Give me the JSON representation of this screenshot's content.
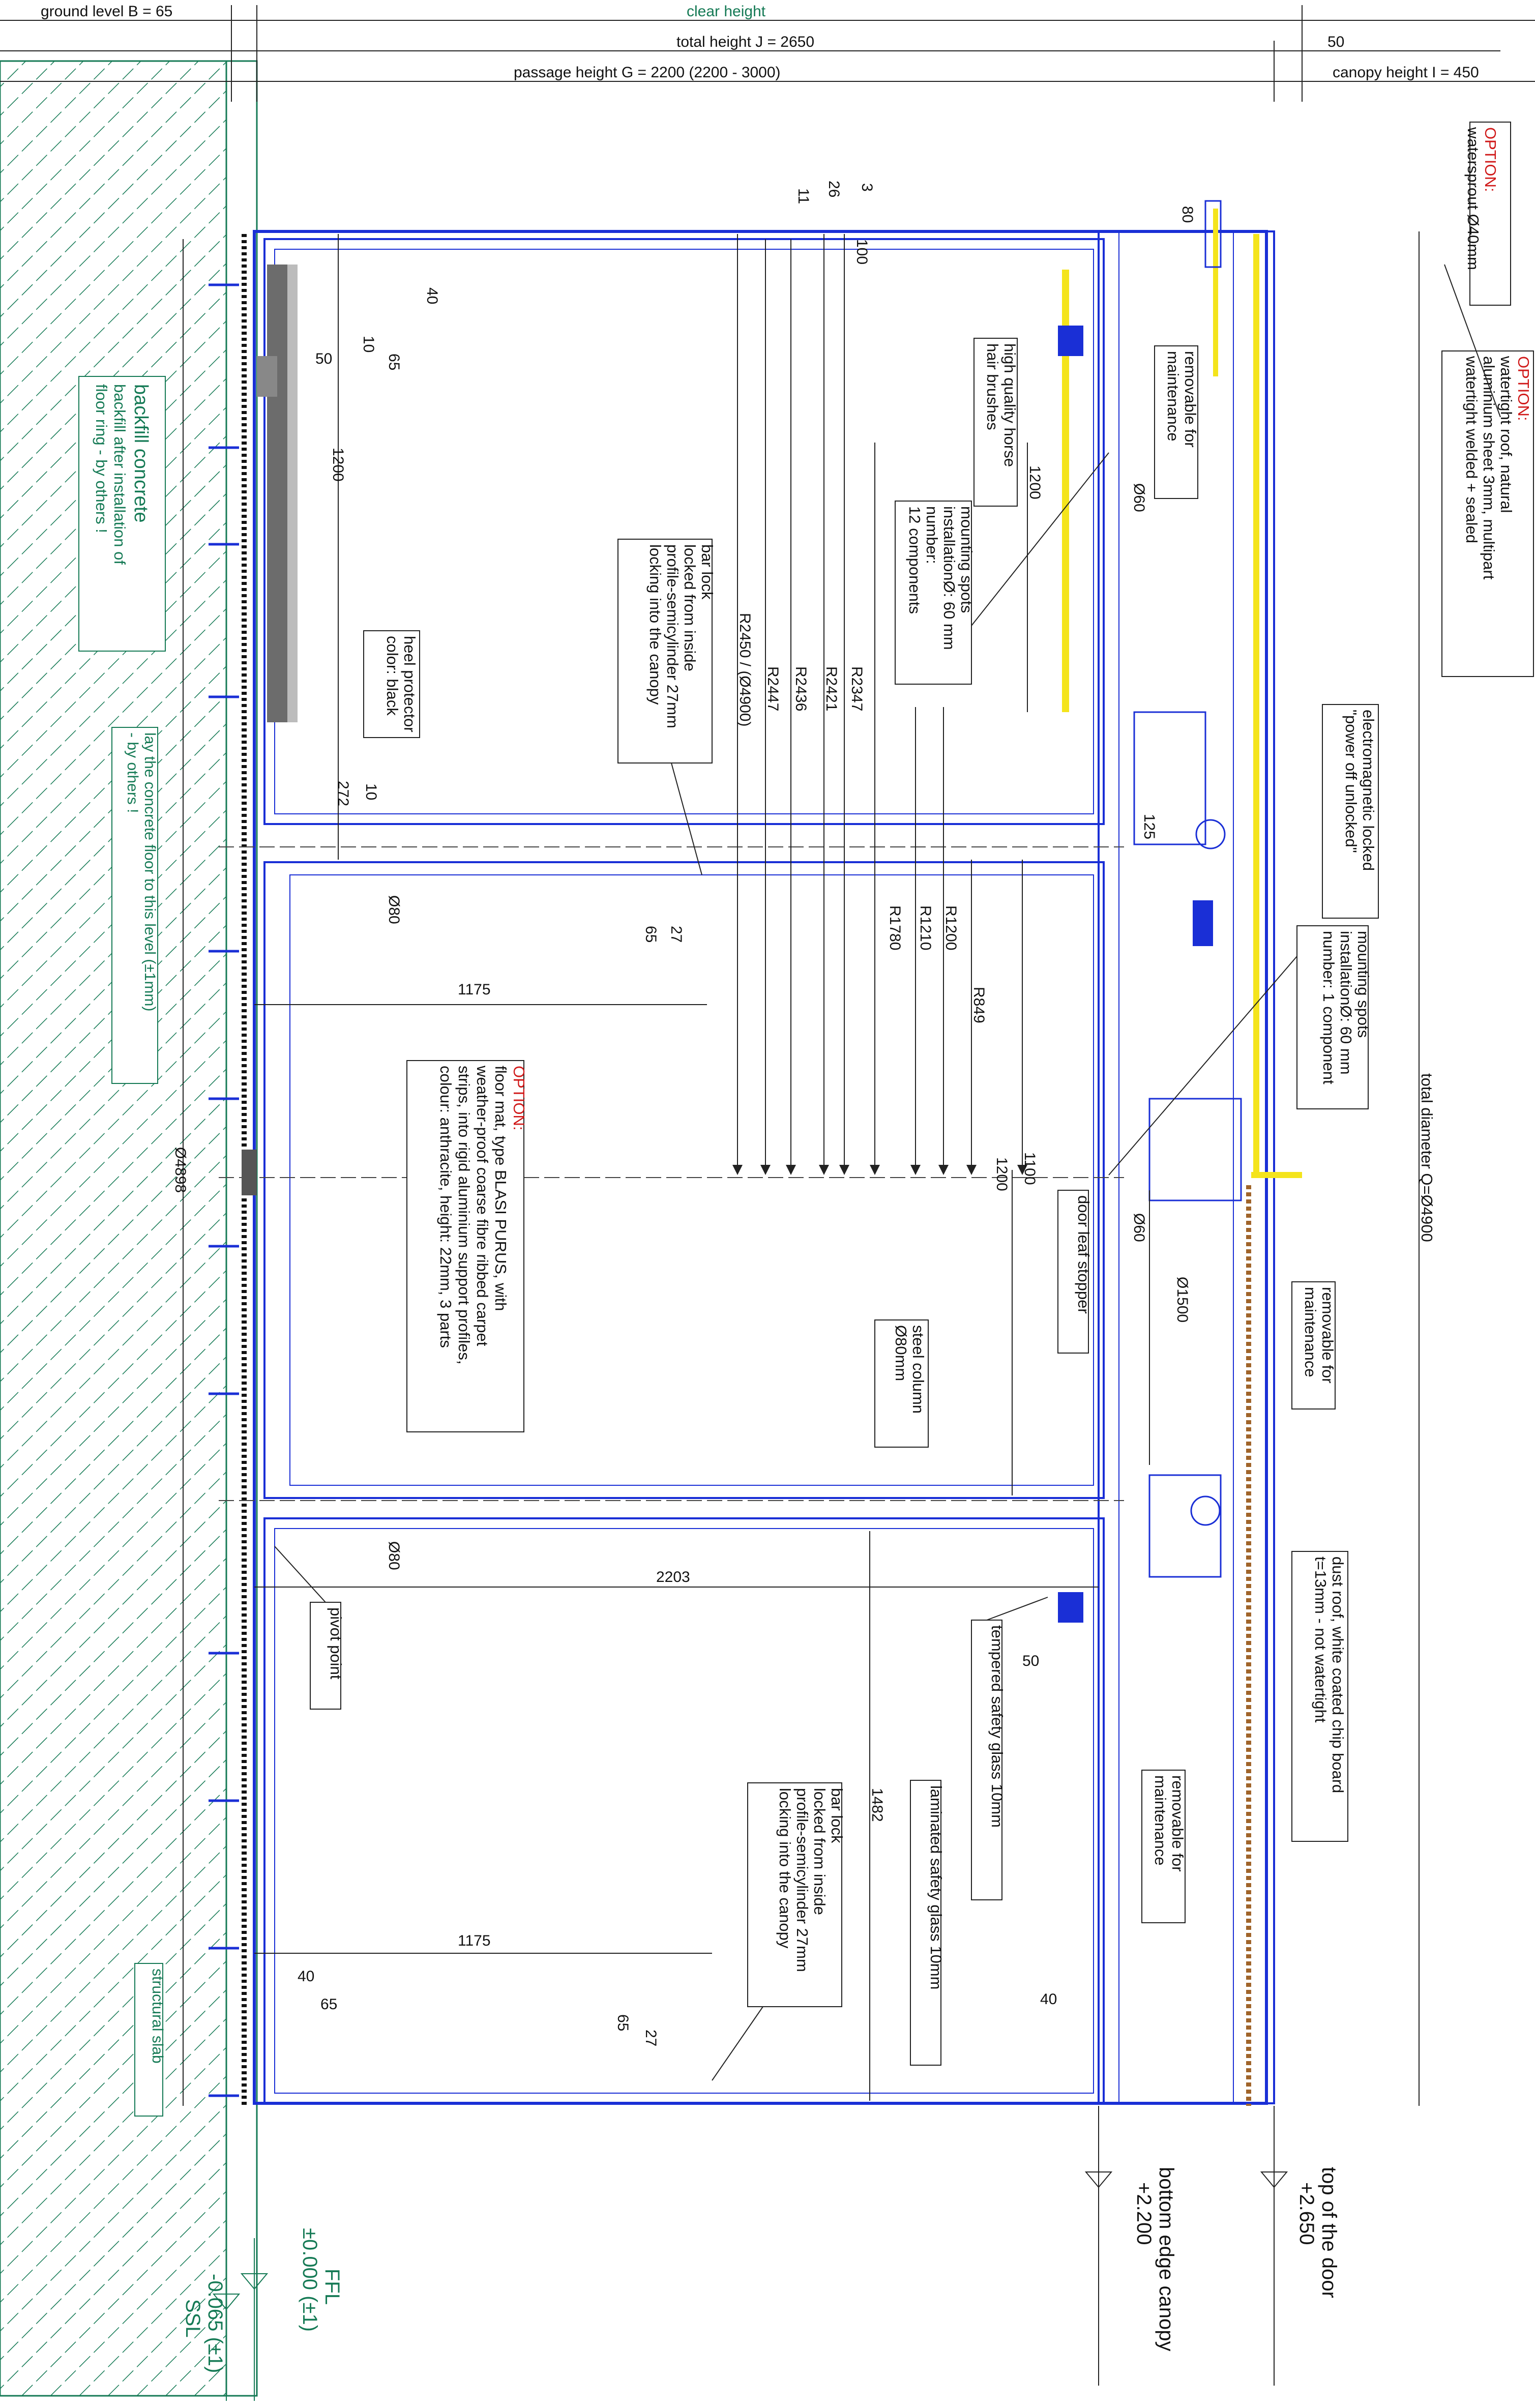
{
  "dimensions_top": {
    "ground_level": "ground level B = 65",
    "clear_height": "clear height",
    "total_height": "total height J = 2650",
    "gap_50": "50",
    "passage_height": "passage height G = 2200 (2200 - 3000)",
    "canopy_height": "canopy height I = 450"
  },
  "inner_dims": {
    "d3": "3",
    "d26": "26",
    "d11": "11",
    "d100": "100",
    "d80": "80",
    "d40a": "40",
    "d65a": "65",
    "d10a": "10",
    "d50a": "50",
    "d1200a": "1200",
    "d272": "272",
    "d10b": "10",
    "d80b": "Ø80",
    "d27a": "27",
    "d65b": "65",
    "d1175a": "1175",
    "r2450": "R2450 / (Ø4900)",
    "r2447": "R2447",
    "r2436": "R2436",
    "r2421": "R2421",
    "r2347": "R2347",
    "r1200": "R1200",
    "r1210": "R1210",
    "r1780": "R1780",
    "r849": "R849",
    "d1200b": "1200",
    "d60a": "Ø60",
    "d125": "125",
    "d1100": "1100",
    "d1200c": "1200",
    "d60b": "Ø60",
    "d1500": "Ø1500",
    "d4898": "Ø4898",
    "d80c": "Ø80",
    "d2203": "2203",
    "d50b": "50",
    "d1482": "1482",
    "d40b": "40",
    "d65c": "65",
    "d1175b": "1175",
    "d65d": "65",
    "d27b": "27",
    "d40c": "40"
  },
  "callouts": {
    "watersprout_option": "OPTION:",
    "watersprout": "watersprout Ø40mm",
    "roof_option": "OPTION:",
    "roof_lines": [
      "watertight roof, natural",
      "aluminium sheet 3mm, multipart",
      "watertight welded + sealed"
    ],
    "removable1": [
      "removable for",
      "maintenance"
    ],
    "horse_hair": [
      "high quality horse",
      "hair brushes"
    ],
    "mounting12": [
      "mounting spots",
      "installationØ: 60 mm",
      "number:",
      "12 components"
    ],
    "bar_lock1": [
      "bar lock",
      "locked from inside",
      "profile-semicylinder 27mm",
      "locking into the canopy"
    ],
    "heel": [
      "heel protector",
      "color: black"
    ],
    "electromagnetic": [
      "electromagnetic locked",
      "\"power off unlocked\""
    ],
    "mounting1": [
      "mounting spots",
      "installationØ: 60 mm",
      "number: 1 component"
    ],
    "total_diameter": "total diameter Q=Ø4900",
    "mat_option": "OPTION:",
    "mat_lines": [
      "floor mat, type BLASI PURUS, with",
      "weather-proof coarse fibre ribbed carpet",
      "strips, into rigid aluminium support profiles,",
      "colour: anthracite, height: 22mm, 3 parts"
    ],
    "door_leaf_stopper": "door leaf stopper",
    "steel_column": [
      "steel column",
      "Ø80mm"
    ],
    "removable2": [
      "removable for",
      "maintenance"
    ],
    "dust_roof": [
      "dust roof, white coated chip board",
      "t=13mm - not watertight"
    ],
    "pivot": "pivot point",
    "tempered": "tempered safety glass 10mm",
    "laminated": "laminated safety glass 10mm",
    "bar_lock2": [
      "bar lock",
      "locked from inside",
      "profile-semicylinder 27mm",
      "locking into the canopy"
    ],
    "removable3": [
      "removable for",
      "maintenance"
    ]
  },
  "concrete": {
    "backfill_title": "backfill concrete",
    "backfill_lines": [
      "backfill after installation of",
      "floor ring - by others !"
    ],
    "lay_lines": [
      "lay the concrete floor to this level (±1mm)",
      "- by others !"
    ],
    "structural_slab": "structural slab"
  },
  "levels": {
    "top_door": [
      "top of the door",
      "+2.650"
    ],
    "bottom_canopy": [
      "bottom edge canopy",
      "+2.200"
    ],
    "ffl": [
      "FFL",
      "±0.000 (±1)"
    ],
    "ssl": [
      "-0.065 (±1)",
      "SSL"
    ]
  },
  "colors": {
    "line_blue": "#1a2fd6",
    "concrete_green": "#157a55",
    "option_red": "#d01818",
    "yellow": "#f4e41c",
    "brown": "#a0642a"
  }
}
